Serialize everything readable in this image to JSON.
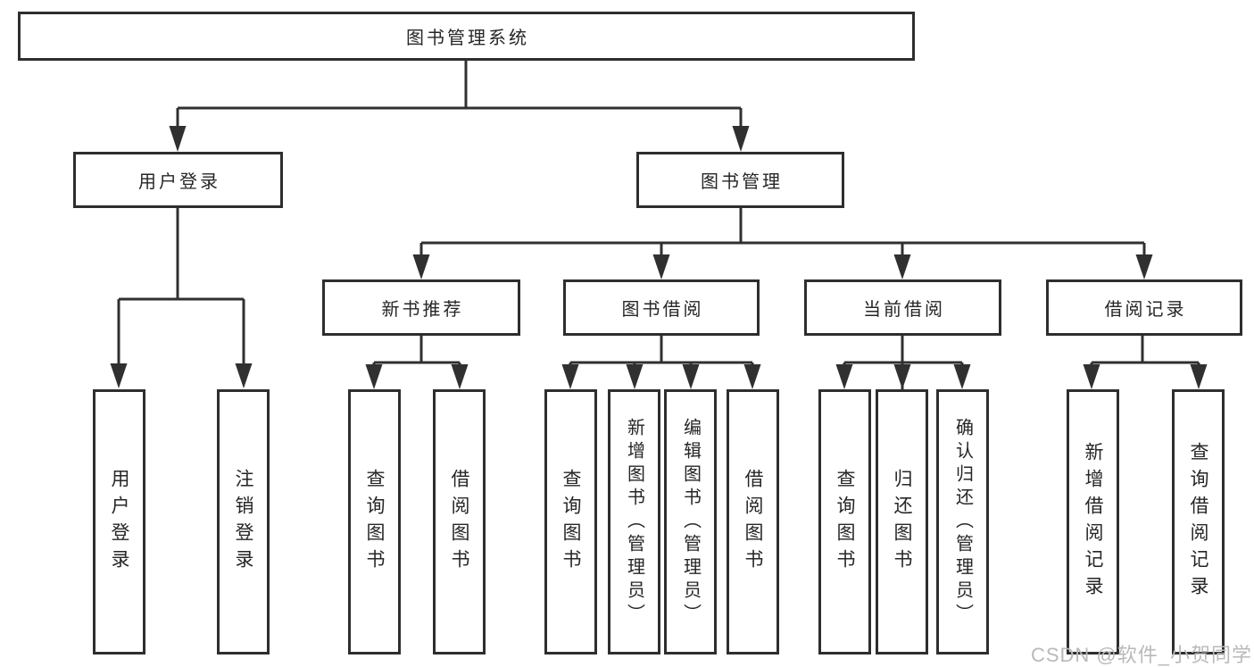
{
  "diagram_title": "图书管理系统",
  "watermark": "CSDN @软件_小贺同学",
  "colors": {
    "line": "#303030",
    "text": "#262626",
    "box_background": "#ffffff",
    "watermark": "#b9b9b9",
    "background": "#ffffff"
  },
  "tree": {
    "label": "图书管理系统",
    "children": [
      {
        "label": "用户登录",
        "children": [
          {
            "label": "用户登录"
          },
          {
            "label": "注销登录"
          }
        ]
      },
      {
        "label": "图书管理",
        "children": [
          {
            "label": "新书推荐",
            "children": [
              {
                "label": "查询图书"
              },
              {
                "label": "借阅图书"
              }
            ]
          },
          {
            "label": "图书借阅",
            "children": [
              {
                "label": "查询图书"
              },
              {
                "label": "新增图书（管理员）"
              },
              {
                "label": "编辑图书（管理员）"
              },
              {
                "label": "借阅图书"
              }
            ]
          },
          {
            "label": "当前借阅",
            "children": [
              {
                "label": "查询图书"
              },
              {
                "label": "归还图书"
              },
              {
                "label": "确认归还（管理员）"
              }
            ]
          },
          {
            "label": "借阅记录",
            "children": [
              {
                "label": "新增借阅记录"
              },
              {
                "label": "查询借阅记录"
              }
            ]
          }
        ]
      }
    ]
  }
}
